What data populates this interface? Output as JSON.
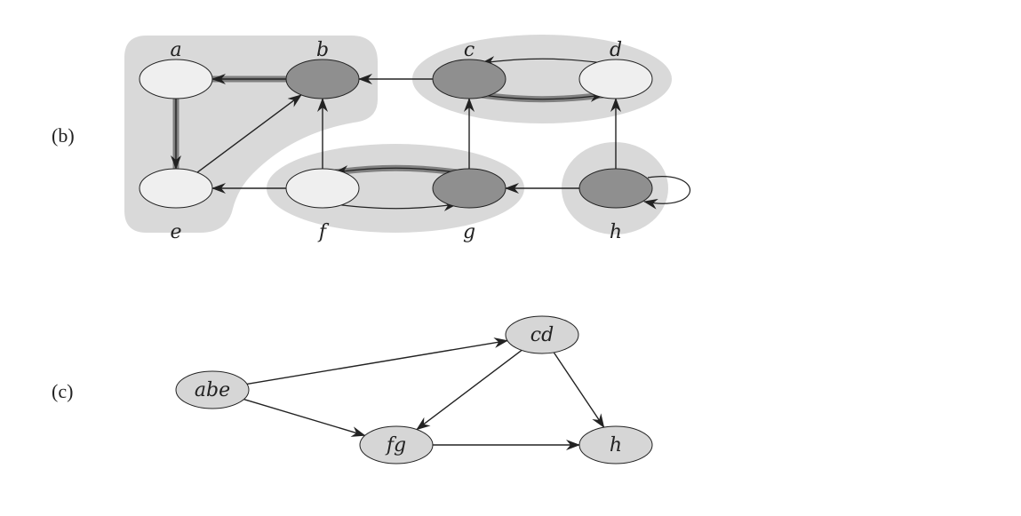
{
  "colors": {
    "region": "#d9d9d9",
    "node_light": "#efefef",
    "node_dark": "#8f8f8f",
    "node_dag": "#d6d6d6",
    "edge": "#222222",
    "tree_edge": "#808080"
  },
  "parts": {
    "b": "(b)",
    "c": "(c)"
  },
  "graph_b": {
    "nodes": [
      {
        "id": "a",
        "label": "a",
        "shade": "light"
      },
      {
        "id": "b",
        "label": "b",
        "shade": "dark"
      },
      {
        "id": "c",
        "label": "c",
        "shade": "dark"
      },
      {
        "id": "d",
        "label": "d",
        "shade": "light"
      },
      {
        "id": "e",
        "label": "e",
        "shade": "light"
      },
      {
        "id": "f",
        "label": "f",
        "shade": "light"
      },
      {
        "id": "g",
        "label": "g",
        "shade": "dark"
      },
      {
        "id": "h",
        "label": "h",
        "shade": "dark"
      }
    ],
    "edges": [
      {
        "from": "b",
        "to": "a",
        "tree": true
      },
      {
        "from": "a",
        "to": "e",
        "tree": true
      },
      {
        "from": "e",
        "to": "b",
        "tree": false
      },
      {
        "from": "c",
        "to": "b",
        "tree": false
      },
      {
        "from": "f",
        "to": "b",
        "tree": false
      },
      {
        "from": "f",
        "to": "e",
        "tree": false
      },
      {
        "from": "g",
        "to": "f",
        "tree": true
      },
      {
        "from": "f",
        "to": "g",
        "tree": false
      },
      {
        "from": "g",
        "to": "c",
        "tree": false
      },
      {
        "from": "c",
        "to": "d",
        "tree": true
      },
      {
        "from": "d",
        "to": "c",
        "tree": false
      },
      {
        "from": "h",
        "to": "g",
        "tree": false
      },
      {
        "from": "h",
        "to": "d",
        "tree": false
      },
      {
        "from": "h",
        "to": "h",
        "tree": false
      }
    ]
  },
  "graph_c": {
    "nodes": [
      {
        "id": "abe",
        "label": "abe"
      },
      {
        "id": "cd",
        "label": "cd"
      },
      {
        "id": "fg",
        "label": "fg"
      },
      {
        "id": "h",
        "label": "h"
      }
    ],
    "edges": [
      {
        "from": "abe",
        "to": "cd"
      },
      {
        "from": "abe",
        "to": "fg"
      },
      {
        "from": "cd",
        "to": "fg"
      },
      {
        "from": "cd",
        "to": "h"
      },
      {
        "from": "fg",
        "to": "h"
      }
    ]
  }
}
